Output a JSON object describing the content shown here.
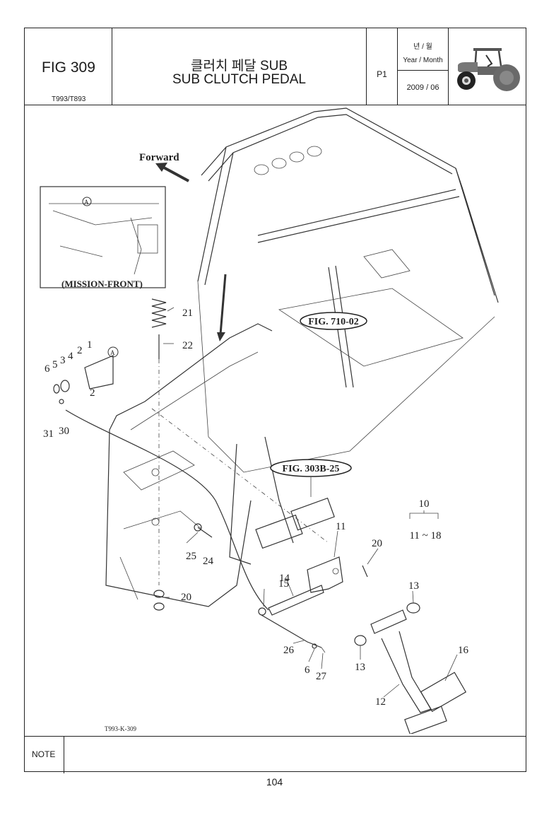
{
  "header": {
    "fig_label": "FIG 309",
    "model": "T993/T893",
    "title_korean": "클러치 페달 SUB",
    "title_english": "SUB CLUTCH PEDAL",
    "page_code": "P1",
    "ym_korean": "년 / 월",
    "ym_english": "Year / Month",
    "date": "2009 / 06",
    "thumbnail_icon": "tractor-icon"
  },
  "diagram": {
    "forward_label": "Forward",
    "inset_label": "(MISSION-FRONT)",
    "inset_marker": "A",
    "bracket_marker": "A",
    "refs": {
      "fig_710": "FIG. 710-02",
      "fig_303": "FIG. 303B-25"
    },
    "assembly_ref": {
      "top": "10",
      "range": "11 ~ 18"
    },
    "parts": {
      "p1": "1",
      "p2a": "2",
      "p2b": "2",
      "p3": "3",
      "p4": "4",
      "p5": "5",
      "p6a": "6",
      "p30": "30",
      "p31": "31",
      "p21": "21",
      "p22": "22",
      "p24": "24",
      "p25": "25",
      "p20a": "20",
      "p20b": "20",
      "p11": "11",
      "p14": "14",
      "p15": "15",
      "p13a": "13",
      "p13b": "13",
      "p16": "16",
      "p12": "12",
      "p26": "26",
      "p6b": "6",
      "p27": "27"
    },
    "drawing_code": "T993-K-309"
  },
  "note": {
    "label": "NOTE"
  },
  "footer": {
    "page_number": "104"
  }
}
